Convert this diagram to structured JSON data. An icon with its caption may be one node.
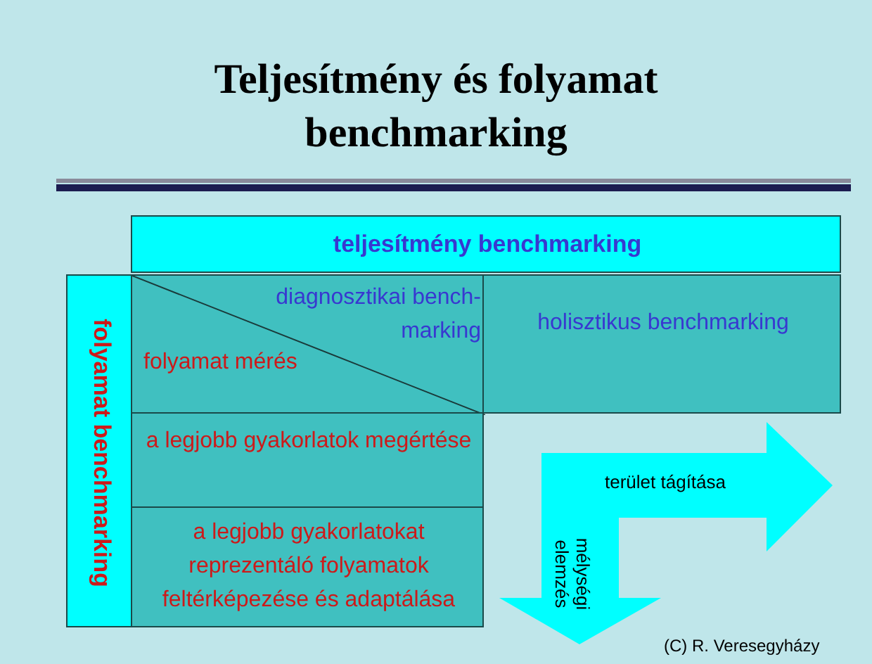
{
  "diagram": {
    "title": "Teljesítmény és folyamat benchmarking",
    "nodes": [
      {
        "text": [
          "teljesítmény benchmarking"
        ]
      },
      {
        "text": [
          "folyamat benchmarking"
        ]
      },
      {
        "text": [
          "diagnosztikai bench- marking",
          "folyamat mérés"
        ]
      },
      {
        "text": [
          "holisztikus benchmarking"
        ]
      },
      {
        "text": [
          "a legjobb gyakorlatok megértése"
        ]
      },
      {
        "text": [
          "a legjobb gyakorlatokat reprezentáló folyamatok feltérképezése és adaptálása"
        ]
      }
    ],
    "labels": [
      "terület tágítása",
      "mélységi elemzés",
      "(C) R. Veresegyházy"
    ]
  }
}
